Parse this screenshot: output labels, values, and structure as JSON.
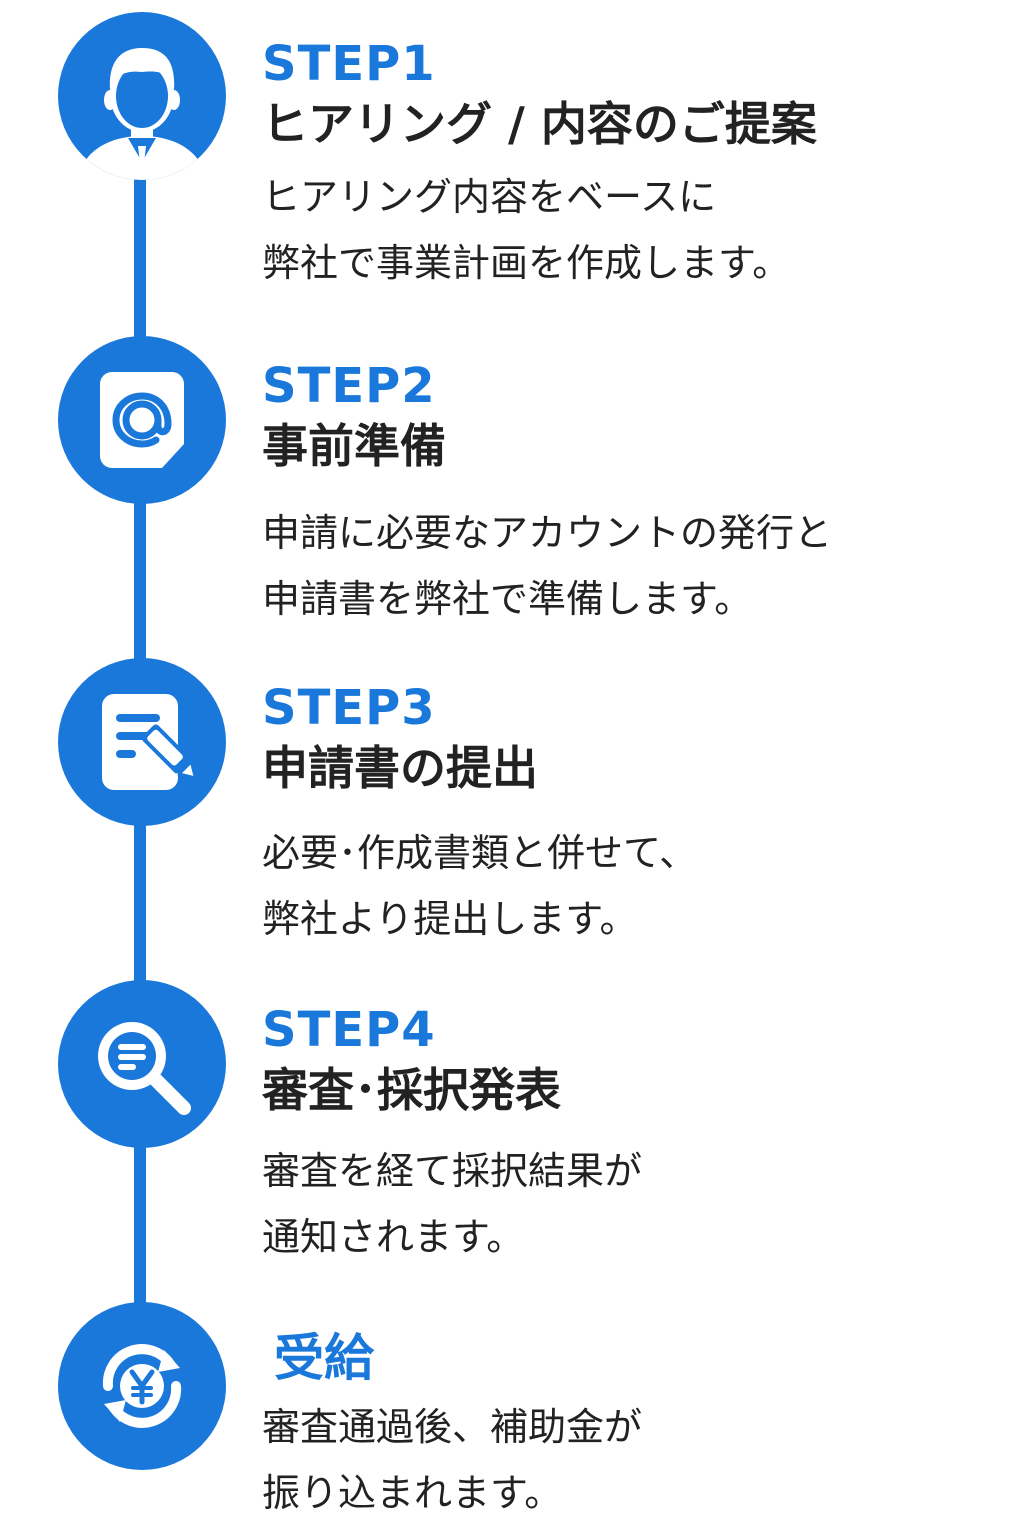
{
  "steps": [
    {
      "icon": "person-icon",
      "label": "STEP1",
      "title": "ヒアリング / 内容のご提案",
      "desc": [
        "ヒアリング内容をベースに",
        "弊社で事業計画を作成します。"
      ]
    },
    {
      "icon": "email-at-icon",
      "label": "STEP2",
      "title": "事前準備",
      "desc": [
        "申請に必要なアカウントの発行と",
        "申請書を弊社で準備します。"
      ]
    },
    {
      "icon": "document-edit-icon",
      "label": "STEP3",
      "title": "申請書の提出",
      "desc": [
        "必要･作成書類と併せて、",
        "弊社より提出します。"
      ]
    },
    {
      "icon": "search-magnifier-icon",
      "label": "STEP4",
      "title": "審査･採択発表",
      "desc": [
        "審査を経て採択結果が",
        "通知されます。"
      ]
    },
    {
      "icon": "yen-refresh-icon",
      "label": "",
      "title": "受給",
      "desc": [
        "審査通過後、補助金が",
        "振り込まれます。"
      ]
    }
  ],
  "colors": {
    "accent": "#1b78db",
    "text": "#222222",
    "background": "#ffffff"
  }
}
